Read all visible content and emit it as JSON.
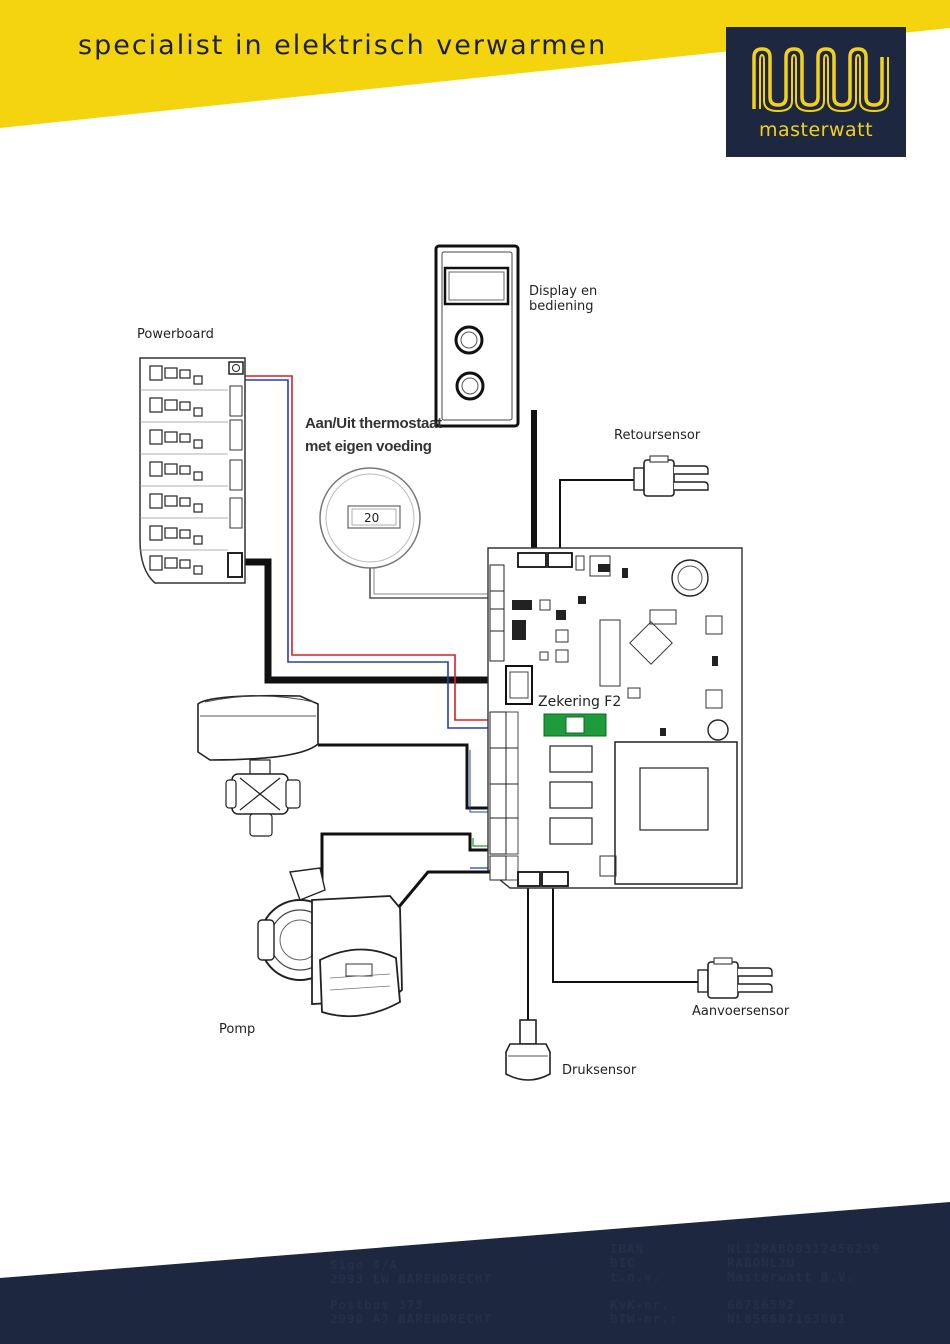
{
  "header": {
    "tagline": "specialist in elektrisch verwarmen",
    "logo_text": "masterwatt",
    "colors": {
      "yellow": "#f4d40f",
      "navy": "#1e2740",
      "logo_accent": "#f3d11a"
    }
  },
  "diagram": {
    "labels": {
      "powerboard": "Powerboard",
      "display": "Display en\nbediening",
      "thermostat": "Aan/Uit thermostaat\nmet eigen voeding",
      "thermostat_value": "20",
      "retoursensor": "Retoursensor",
      "fuse": "Zekering F2",
      "pump": "Pomp",
      "aanvoersensor": "Aanvoersensor",
      "druksensor": "Druksensor"
    },
    "wire_colors": {
      "black": "#111111",
      "red": "#d81f26",
      "blue": "#2a3fa8",
      "green": "#2b9a3a",
      "fuse": "#1f9b3b"
    }
  },
  "footer": {
    "address_1": "Sigo 4/A\n2993 LW  BARENDRECHT",
    "address_2": "Postbus 373\n2990 AJ  BARENDRECHT",
    "bank_labels": "IBAN\nBIC\nt.n.v.",
    "bank_values": "NL12RABO0312456239\nRABONL2U\nMasterwatt B.V.",
    "reg_labels": "KvK-nr.\nBTW-nr.:",
    "reg_values": "66786592\nNL856687163B01"
  }
}
